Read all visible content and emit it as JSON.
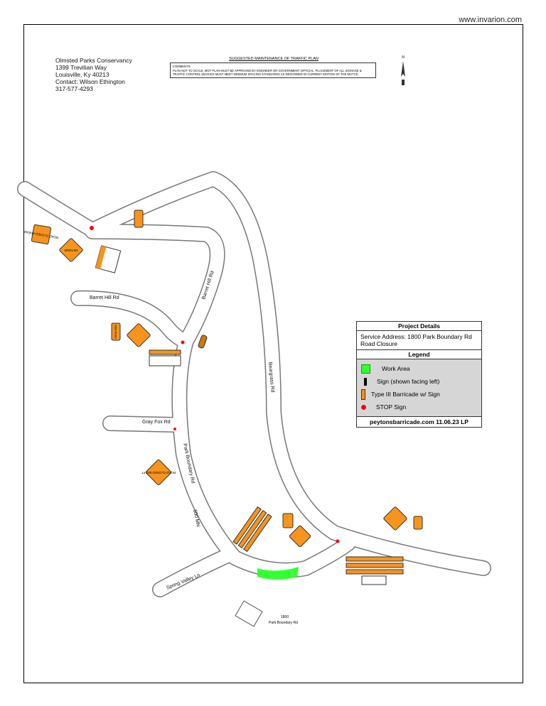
{
  "watermark": "www.invarion.com",
  "header": {
    "org": "Olmsted Parks Conservancy",
    "street": "1399 Trevilian Way",
    "city": "Louisville, Ky 40213",
    "contact": "Contact: Wilson Ethington",
    "phone": "317-577-4293",
    "plan_title": "SUGGESTED MAINTENANCE OF TRAFFIC PLAN",
    "comments_label": "COMMENTS:",
    "comments_text": "PLAN NOT TO SCALE, MOT PLAN MUST BE APPROVED BY ENGINEER OR GOVERNMENT OFFICIAL, PLACEMENT OF ALL SIGNAGE & TRAFFIC CONTROL DEVICES MUST MEET MINIMUM SPACING STANDARDS AS DESCRIBED IN CURRENT EDITION OF THE MUTCD",
    "north": "N"
  },
  "roads": {
    "barret_hill_1": "Barret Hill Rd",
    "barret_hill_2": "Barret Hill Rd",
    "beargrass": "Beargrass Rd",
    "gray_fox": "Gray Fox Rd",
    "park_boundary": "Park Boundary Rd",
    "spring_valley": "Spring Valley Ln",
    "distance": "500 MN"
  },
  "site": {
    "label1": "1800",
    "label2": "Park Boundary Rd"
  },
  "signs": {
    "road_closed_ahead": "ROAD CLOSED AHEAD",
    "road_closed": "ROAD CLOSED",
    "detour": "DETOUR",
    "side_road": "SIDE ROAD",
    "road_closed_500": "ROAD CLOSED 500 FT"
  },
  "project": {
    "title": "Project Details",
    "address": "Service Address: 1800 Park Boundary Rd",
    "type": "Road Closure"
  },
  "legend": {
    "title": "Legend",
    "items": [
      "Work Area",
      "Sign (shown facing left)",
      "Type III Barricade w/ Sign",
      "STOP Sign"
    ],
    "footer": "peytonsbarricade.com 11.06.23 LP"
  },
  "colors": {
    "sign": "#f7941d",
    "work_area": "#33ff33",
    "stop": "#ff0000"
  }
}
